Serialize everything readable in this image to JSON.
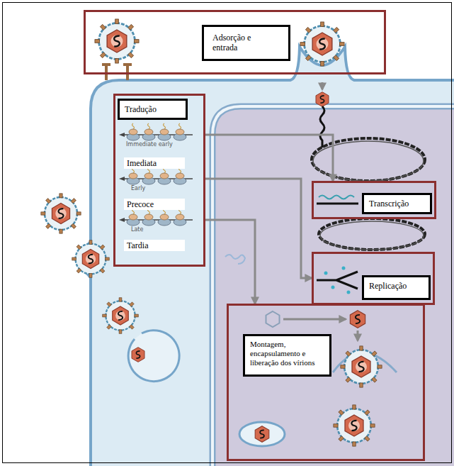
{
  "diagram": {
    "nodes": [
      {
        "text": []
      },
      {
        "text": [
          "Adsorção e entrada"
        ],
        "in": 0
      },
      {
        "text": [
          "Imediata",
          "Precoce",
          "Tardia"
        ]
      },
      {
        "text": [
          "Tradução"
        ],
        "in": 2
      },
      {
        "text": []
      },
      {
        "text": [
          "Transcrição"
        ],
        "in": 4
      },
      {
        "text": []
      },
      {
        "text": [
          "Replicação"
        ],
        "in": 6
      },
      {
        "text": []
      },
      {
        "text": [
          "Montagem, encapsulamento e liberação dos vírions"
        ],
        "in": 8
      }
    ],
    "edges": [
      {
        "from": 2,
        "to": 4,
        "arrow": "to"
      },
      {
        "from": 2,
        "to": 6,
        "arrow": "to"
      },
      {
        "from": 2,
        "to": 8,
        "arrow": "to"
      }
    ],
    "labels": [
      "Immediate early",
      "Early",
      "Late"
    ]
  }
}
